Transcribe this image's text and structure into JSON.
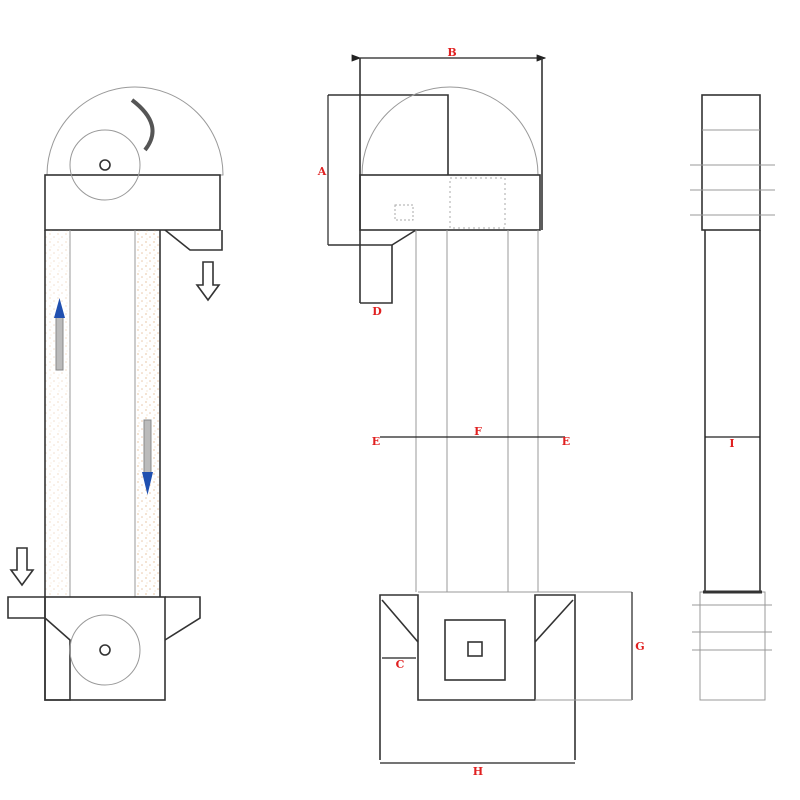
{
  "title": "Bucket elevator dimensional drawing",
  "views": {
    "side_view": {
      "name": "side-view-with-material-flow"
    },
    "front_view": {
      "labels": {
        "B": "B",
        "A": "A",
        "D": "D",
        "E_left": "E",
        "F": "F",
        "E_right": "E",
        "C": "C",
        "G": "G",
        "H": "H"
      }
    },
    "end_view": {
      "labels": {
        "I": "I"
      }
    }
  },
  "colors": {
    "line": "#333333",
    "dimension_label": "#e02020",
    "material": "#e0b080",
    "flow_arrow": "#2050b0"
  }
}
